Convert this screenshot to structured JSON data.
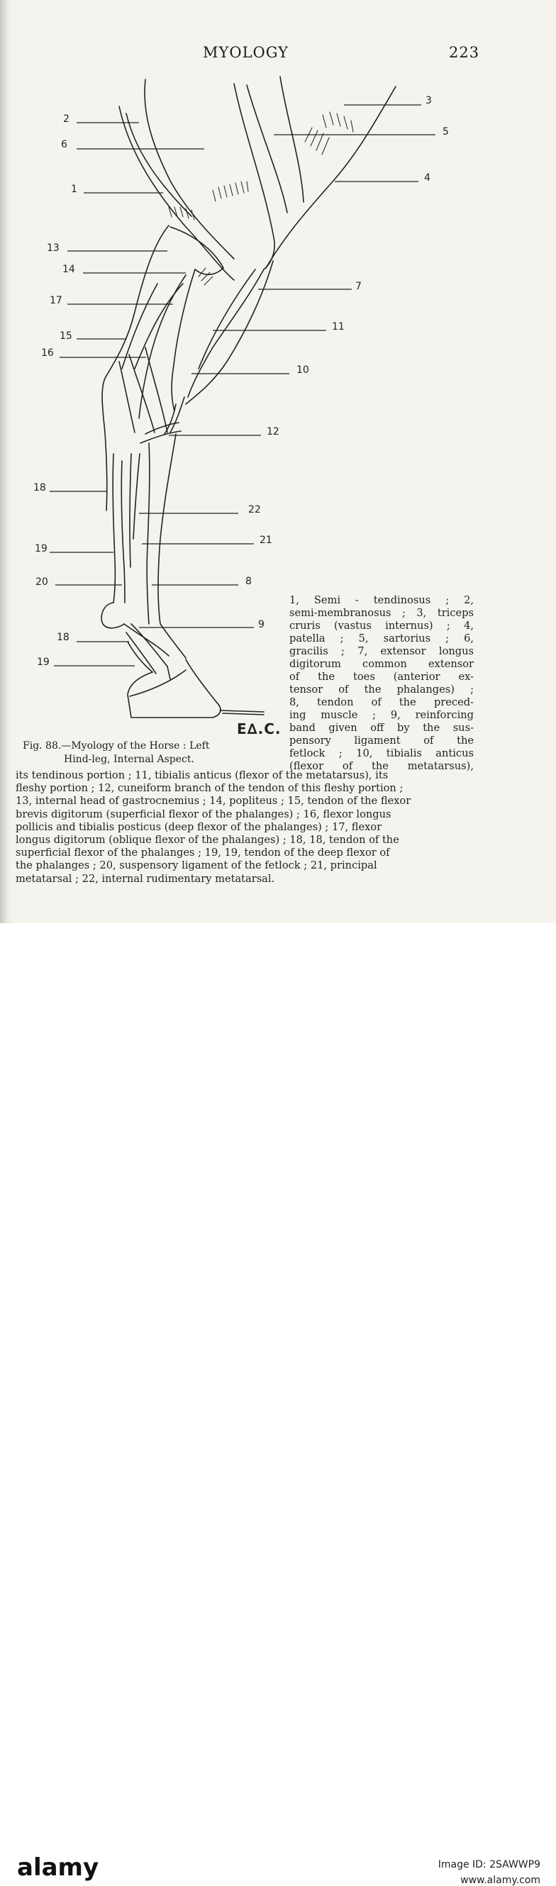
{
  "header": {
    "title": "MYOLOGY",
    "page_number": "223"
  },
  "figure": {
    "labels": [
      "2",
      "6",
      "1",
      "13",
      "14",
      "17",
      "15",
      "16",
      "18",
      "19",
      "20",
      "18",
      "19",
      "3",
      "5",
      "4",
      "7",
      "11",
      "10",
      "12",
      "22",
      "21",
      "8",
      "9"
    ],
    "signature": "E∆.C."
  },
  "caption": {
    "line1": "Fig. 88.—Myology of the Horse : Left",
    "line2": "Hind-leg, Internal Aspect."
  },
  "legend": {
    "intro_lines": [
      "1, Semi - tendinosus ; 2,",
      "semi-membranosus ; 3, triceps",
      "cruris (vastus internus) ; 4,",
      "patella ; 5, sartorius ; 6,",
      "gracilis ; 7, extensor longus",
      "digitorum common extensor",
      "of the toes (anterior ex-",
      "tensor of the phalanges) ;",
      "8, tendon of the preced-",
      "ing muscle ; 9, reinforcing",
      "band given off by the sus-",
      "pensory ligament of the",
      "fetlock ; 10, tibialis anticus",
      "(flexor of the metatarsus),"
    ],
    "body_lines": [
      "its tendinous portion ; 11, tibialis anticus (flexor of the metatarsus), its",
      "fleshy portion ; 12, cuneiform branch of the tendon of this fleshy portion ;",
      "13, internal head of gastrocnemius ; 14, popliteus ; 15, tendon of the flexor",
      "brevis digitorum (superficial flexor of the phalanges) ; 16, flexor longus",
      "pollicis and tibialis posticus (deep flexor of the phalanges) ; 17, flexor",
      "longus digitorum (oblique flexor of the phalanges) ; 18, 18, tendon of the",
      "superficial flexor of the phalanges ; 19, 19, tendon of the deep flexor of",
      "the phalanges ; 20, suspensory ligament of the fetlock ; 21, principal",
      "metatarsal ; 22, internal rudimentary metatarsal."
    ]
  },
  "footer": {
    "watermark": "alamy",
    "image_id": "Image ID: 2SAWWP9",
    "url": "www.alamy.com"
  },
  "colors": {
    "paper": "#f4f3ee",
    "ink": "#222222",
    "banner": "#ffffff"
  }
}
